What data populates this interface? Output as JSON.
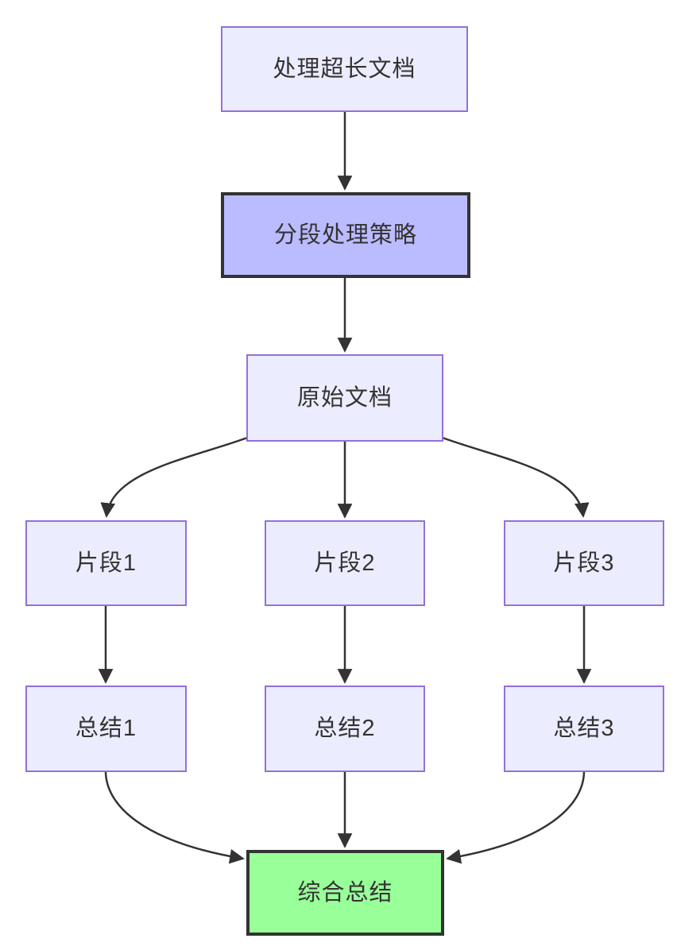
{
  "diagram": {
    "type": "flowchart-top-down",
    "nodes": {
      "A": {
        "label": "处理超长文档",
        "kind": "default"
      },
      "B": {
        "label": "分段处理策略",
        "kind": "emphasis"
      },
      "C": {
        "label": "原始文档",
        "kind": "default"
      },
      "D1": {
        "label": "片段1",
        "kind": "default"
      },
      "D2": {
        "label": "片段2",
        "kind": "default"
      },
      "D3": {
        "label": "片段3",
        "kind": "default"
      },
      "E1": {
        "label": "总结1",
        "kind": "default"
      },
      "E2": {
        "label": "总结2",
        "kind": "default"
      },
      "E3": {
        "label": "总结3",
        "kind": "default"
      },
      "F": {
        "label": "综合总结",
        "kind": "success"
      }
    },
    "edges": [
      {
        "from": "A",
        "to": "B"
      },
      {
        "from": "B",
        "to": "C"
      },
      {
        "from": "C",
        "to": "D1"
      },
      {
        "from": "C",
        "to": "D2"
      },
      {
        "from": "C",
        "to": "D3"
      },
      {
        "from": "D1",
        "to": "E1"
      },
      {
        "from": "D2",
        "to": "E2"
      },
      {
        "from": "D3",
        "to": "E3"
      },
      {
        "from": "E1",
        "to": "F"
      },
      {
        "from": "E2",
        "to": "F"
      },
      {
        "from": "E3",
        "to": "F"
      }
    ],
    "colors": {
      "node_fill": "#ECECFF",
      "node_border": "#9370DB",
      "emphasis_fill": "#BBBBFF",
      "emphasis_border": "#333333",
      "success_fill": "#99FF99",
      "success_border": "#333333",
      "edge_stroke": "#333333",
      "text_color": "#333333"
    }
  }
}
